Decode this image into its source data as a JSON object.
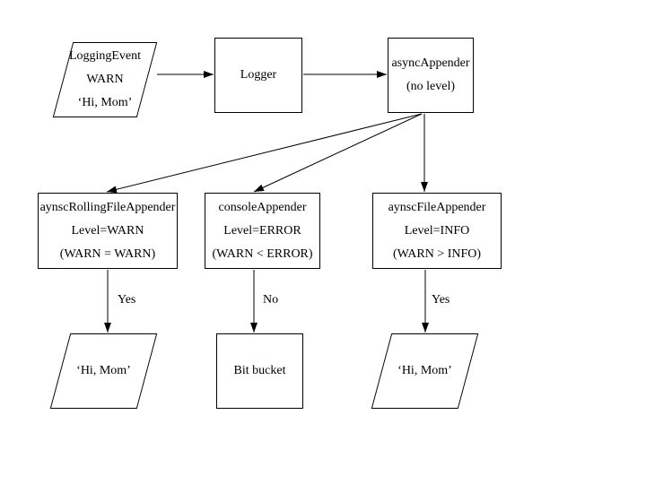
{
  "diagram": {
    "background": "#ffffff",
    "stroke_color": "#000000",
    "text_color": "#000000"
  },
  "nodes": {
    "logging_event": {
      "shape": "parallelogram",
      "lines": [
        "LoggingEvent",
        "WARN",
        "‘Hi, Mom’"
      ]
    },
    "logger": {
      "shape": "rect",
      "lines": [
        "Logger"
      ]
    },
    "async_appender": {
      "shape": "rect",
      "lines": [
        "asyncAppender",
        "(no level)"
      ]
    },
    "rolling_file_appender": {
      "shape": "rect",
      "lines": [
        "aynscRollingFileAppender",
        "Level=WARN",
        "(WARN = WARN)"
      ]
    },
    "console_appender": {
      "shape": "rect",
      "lines": [
        "consoleAppender",
        "Level=ERROR",
        "(WARN < ERROR)"
      ]
    },
    "file_appender": {
      "shape": "rect",
      "lines": [
        "aynscFileAppender",
        "Level=INFO",
        "(WARN > INFO)"
      ]
    },
    "hi_mom_left": {
      "shape": "parallelogram",
      "lines": [
        "‘Hi, Mom’"
      ]
    },
    "bit_bucket": {
      "shape": "rect",
      "lines": [
        "Bit bucket"
      ]
    },
    "hi_mom_right": {
      "shape": "parallelogram",
      "lines": [
        "‘Hi, Mom’"
      ]
    }
  },
  "edge_labels": {
    "rolling_to_himom": "Yes",
    "console_to_bucket": "No",
    "file_to_himom": "Yes"
  }
}
